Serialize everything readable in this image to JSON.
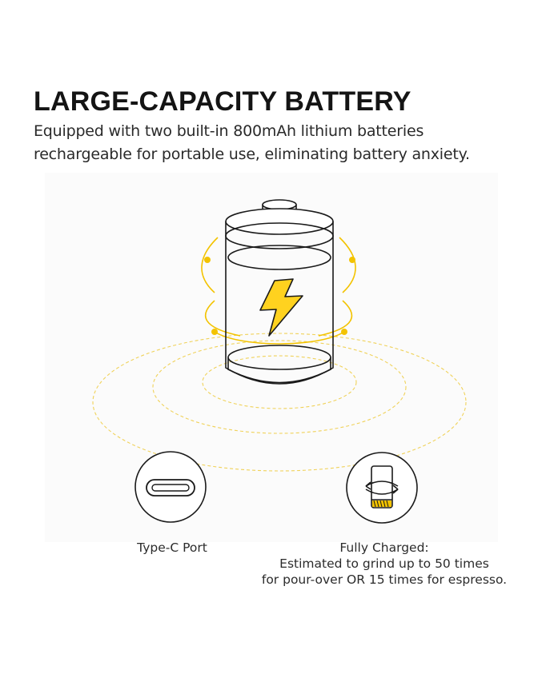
{
  "header": {
    "title": "LARGE-CAPACITY BATTERY",
    "description_line1": "Equipped with two built-in 800mAh lithium batteries",
    "description_line2": "rechargeable for portable use, eliminating battery anxiety."
  },
  "illustration": {
    "battery_icon": "battery-icon",
    "bolt_icon": "lightning-bolt-icon",
    "accent_color": "#f3c300",
    "ring_color": "#f0d25a",
    "line_color": "#1a1a1a"
  },
  "features": [
    {
      "icon": "usb-c-port-icon",
      "lines": [
        "Type-C Port"
      ]
    },
    {
      "icon": "grinder-recharge-icon",
      "lines": [
        "Fully Charged:",
        "Estimated to grind up to 50 times",
        "for pour-over OR 15 times for espresso."
      ]
    }
  ]
}
